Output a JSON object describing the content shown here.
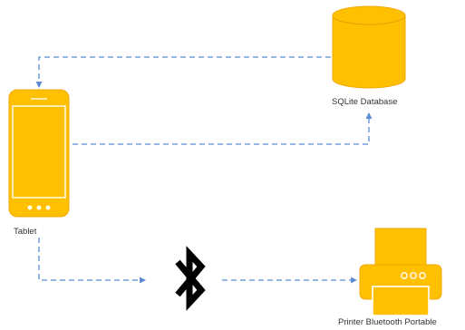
{
  "nodes": {
    "database": {
      "label": "SQLite Database",
      "icon": "database-cylinder-icon"
    },
    "tablet": {
      "label": "Tablet",
      "icon": "tablet-device-icon"
    },
    "bluetooth": {
      "icon": "bluetooth-icon"
    },
    "printer": {
      "label": "Printer Bluetooth Portable",
      "icon": "printer-icon"
    }
  },
  "colors": {
    "icon_fill": "#FFC000",
    "icon_stroke": "#F2A900",
    "connector": "#5B8BD0",
    "bluetooth": "#000000"
  },
  "connectors": [
    {
      "from": "database",
      "to": "tablet",
      "style": "dashed",
      "arrow": "end"
    },
    {
      "from": "tablet",
      "to": "database",
      "style": "dashed",
      "arrow": "end"
    },
    {
      "from": "tablet",
      "to": "bluetooth",
      "style": "dashed",
      "arrow": "end"
    },
    {
      "from": "bluetooth",
      "to": "printer",
      "style": "dashed",
      "arrow": "end"
    }
  ]
}
